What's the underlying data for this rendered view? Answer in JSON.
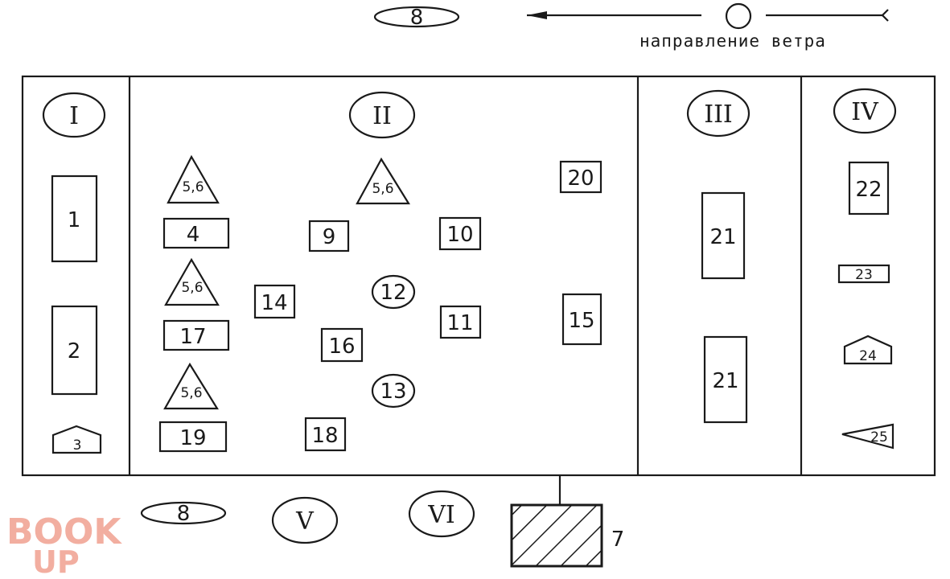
{
  "wind": {
    "top_label": "8",
    "caption": "направление ветра"
  },
  "zones": {
    "z1": "I",
    "z2": "II",
    "z3": "III",
    "z4": "IV",
    "z5": "V",
    "z6": "VI"
  },
  "items": {
    "b1": "1",
    "b2": "2",
    "b3": "3",
    "b4": "4",
    "t1": "5,6",
    "t2": "5,6",
    "t3": "5,6",
    "t4": "5,6",
    "b7": "7",
    "e8": "8",
    "b9": "9",
    "b10": "10",
    "b11": "11",
    "c12": "12",
    "c13": "13",
    "b14": "14",
    "b15": "15",
    "b16": "16",
    "b17": "17",
    "b18": "18",
    "b19": "19",
    "b20": "20",
    "b21a": "21",
    "b21b": "21",
    "b22": "22",
    "b23": "23",
    "b24": "24",
    "b25": "25"
  },
  "logo": {
    "line1": "BOOK",
    "line2": "UP"
  }
}
